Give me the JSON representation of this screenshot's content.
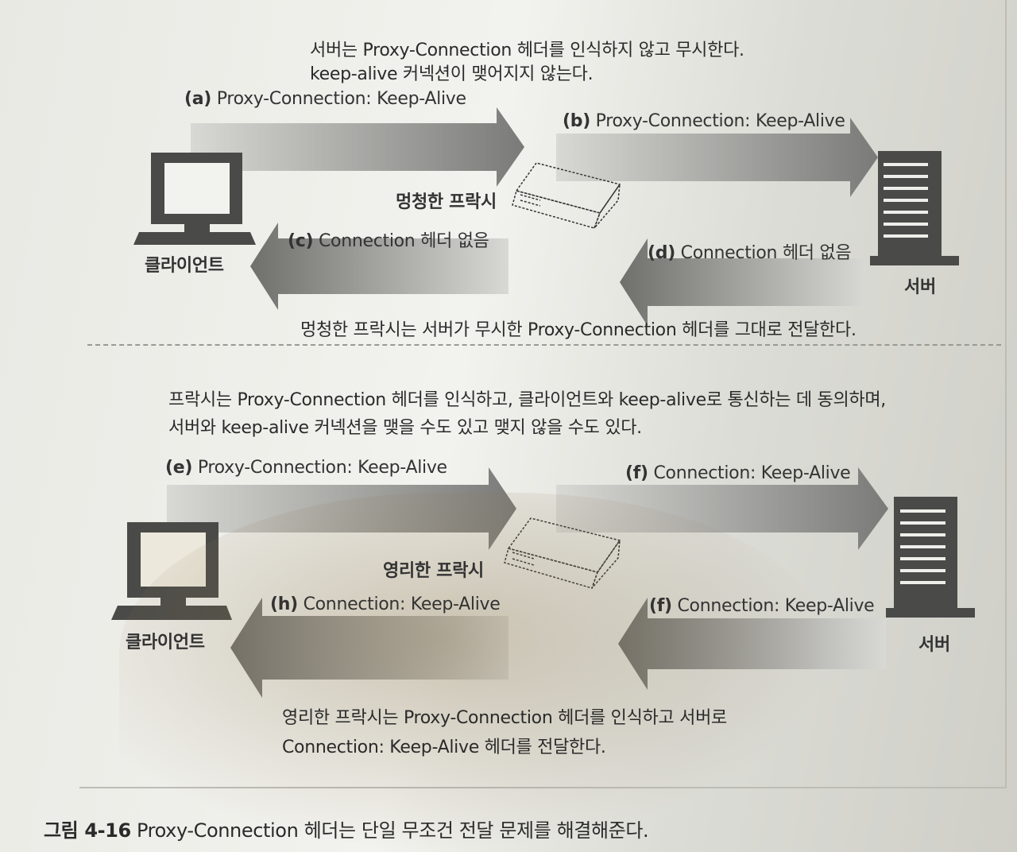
{
  "top": {
    "note_line1": "서버는 Proxy-Connection 헤더를 인식하지 않고 무시한다.",
    "note_line2": "keep-alive 커넥션이 맺어지지 않는다.",
    "arrow_a_tag": "(a)",
    "arrow_a_text": "Proxy-Connection: Keep-Alive",
    "arrow_b_tag": "(b)",
    "arrow_b_text": "Proxy-Connection: Keep-Alive",
    "arrow_c_tag": "(c)",
    "arrow_c_text": "Connection 헤더 없음",
    "arrow_d_tag": "(d)",
    "arrow_d_text": "Connection 헤더 없음",
    "proxy_label": "멍청한 프락시",
    "client_label": "클라이언트",
    "server_label": "서버",
    "bottom_note": "멍청한 프락시는 서버가 무시한 Proxy-Connection 헤더를 그대로 전달한다."
  },
  "bottom": {
    "note_line1": "프락시는 Proxy-Connection 헤더를 인식하고, 클라이언트와 keep-alive로 통신하는 데 동의하며,",
    "note_line2": "서버와 keep-alive 커넥션을 맺을 수도 있고 맺지 않을 수도 있다.",
    "arrow_e_tag": "(e)",
    "arrow_e_text": "Proxy-Connection: Keep-Alive",
    "arrow_f_tag": "(f)",
    "arrow_f_text": "Connection: Keep-Alive",
    "arrow_h_tag": "(h)",
    "arrow_h_text": "Connection: Keep-Alive",
    "arrow_f2_tag": "(f)",
    "arrow_f2_text": "Connection: Keep-Alive",
    "proxy_label": "영리한 프락시",
    "client_label": "클라이언트",
    "server_label": "서버",
    "bottom_note_line1": "영리한 프락시는 Proxy-Connection 헤더를 인식하고 서버로",
    "bottom_note_line2": "Connection: Keep-Alive 헤더를 전달한다."
  },
  "caption": {
    "figure_no": "그림 4-16",
    "text": "Proxy-Connection 헤더는 단일 무조건 전달 문제를 해결해준다."
  }
}
